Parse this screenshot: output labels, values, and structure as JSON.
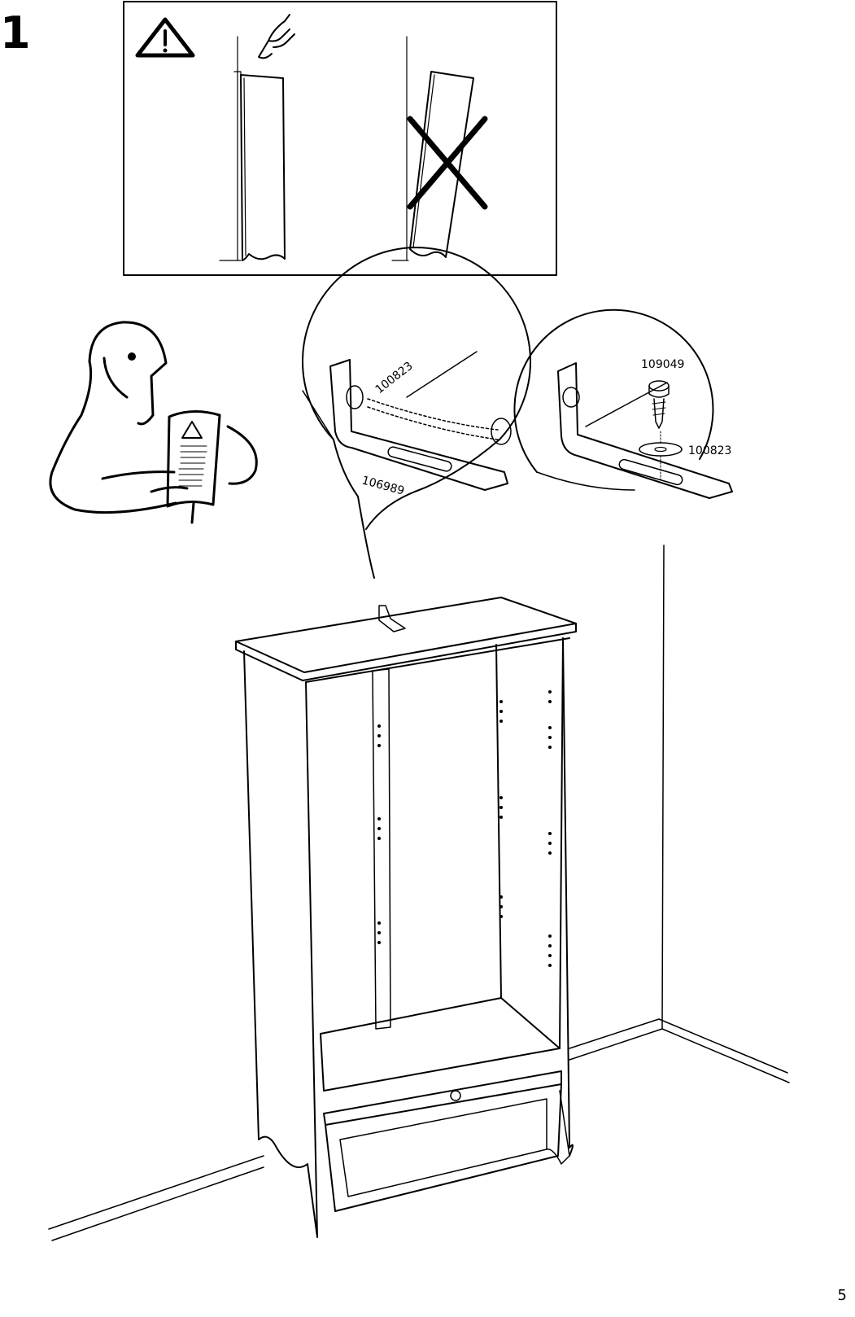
{
  "step": {
    "number": "1"
  },
  "page": {
    "number": "5"
  },
  "parts": {
    "detail_left": {
      "part_a": "100823",
      "part_b": "106989"
    },
    "detail_right": {
      "screw": "109049",
      "washer": "100823"
    }
  },
  "icons": {
    "warning": "warning-triangle-icon",
    "wrong": "cross-out-icon"
  }
}
